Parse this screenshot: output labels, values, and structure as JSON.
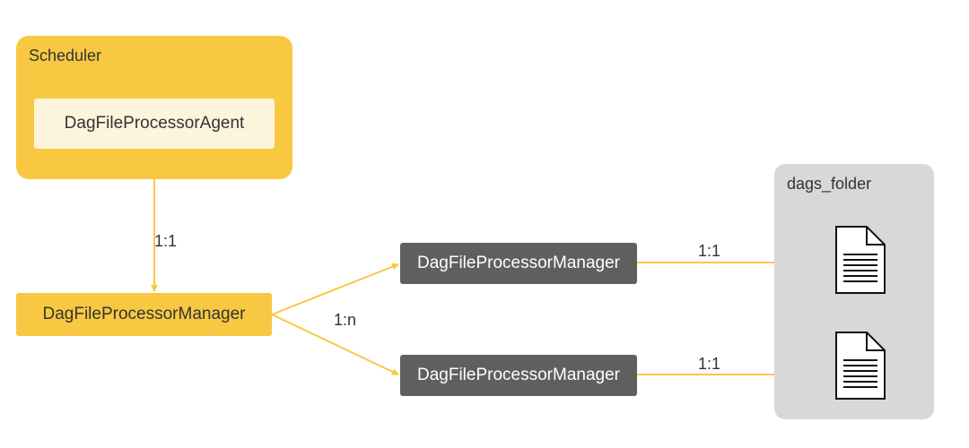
{
  "colors": {
    "accent_yellow": "#f8c843",
    "agent_fill": "#fdf4dc",
    "processor_fill": "#5f5f5f",
    "folder_fill": "#d8d8d8",
    "connector": "#f8c843"
  },
  "scheduler": {
    "title": "Scheduler",
    "agent_label": "DagFileProcessorAgent"
  },
  "manager": {
    "label": "DagFileProcessorManager"
  },
  "processors": [
    {
      "label": "DagFileProcessorManager"
    },
    {
      "label": "DagFileProcessorManager"
    }
  ],
  "folder": {
    "title": "dags_folder",
    "files": [
      {
        "icon": "document-icon"
      },
      {
        "icon": "document-icon"
      }
    ]
  },
  "edges": {
    "scheduler_to_manager": "1:1",
    "manager_to_processors": "1:n",
    "processor1_to_file": "1:1",
    "processor2_to_file": "1:1"
  }
}
